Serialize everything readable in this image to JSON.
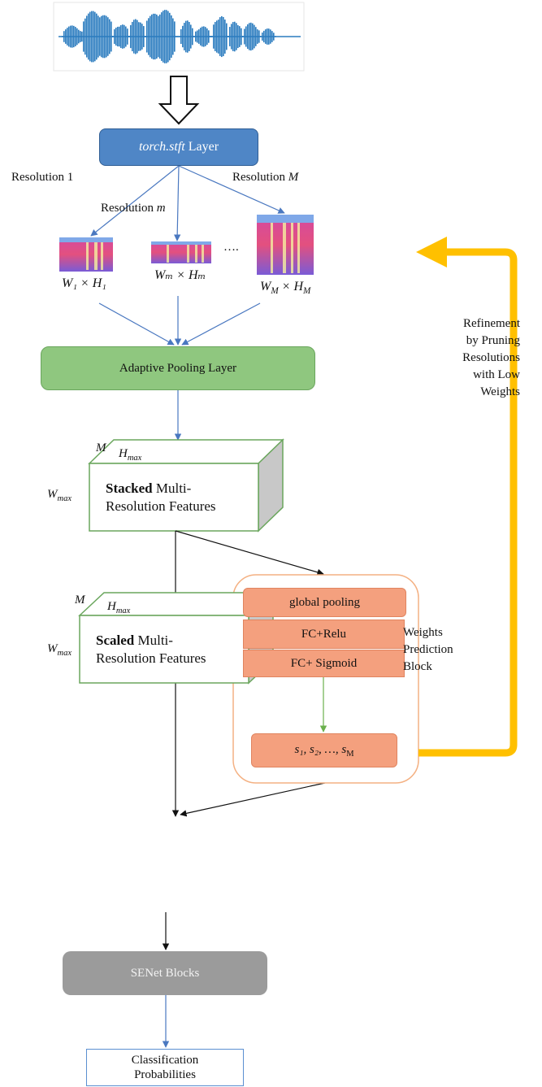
{
  "stft_layer": {
    "name": "torch.stft",
    "suffix": " Layer"
  },
  "resolutions": {
    "first": "Resolution 1",
    "middle": "Resolution ",
    "middle_var": "m",
    "last": "Resolution ",
    "last_var": "M"
  },
  "spectrogram_labels": {
    "first": "W₁ × H₁",
    "middle": "Wₘ × Hₘ",
    "last": "Wₘ × Hₘ",
    "last_W": "W",
    "last_H": "H",
    "last_sub": "M",
    "ellipsis": "…."
  },
  "adaptive_pooling": "Adaptive  Pooling Layer",
  "stacked_block": {
    "m_label": "M",
    "h_label": "H",
    "h_sub": "max",
    "w_label": "W",
    "w_sub": "max",
    "bold": "Stacked",
    "rest1": " Multi-",
    "line2": "Resolution Features"
  },
  "weights_prediction": {
    "global_pooling": "global pooling",
    "fc_relu": "FC+Relu",
    "fc_sigmoid": "FC+ Sigmoid",
    "scores": "s₁, s₂, …, s",
    "scores_sub": "M",
    "label_lines": [
      "Weights",
      "Prediction",
      "Block"
    ]
  },
  "refinement_lines": [
    "Refinement",
    "by Pruning",
    "Resolutions",
    "with Low",
    "Weights"
  ],
  "scaled_block": {
    "m_label": "M",
    "h_label": "H",
    "h_sub": "max",
    "w_label": "W",
    "w_sub": "max",
    "bold": "Scaled",
    "rest1": " Multi-",
    "line2": "Resolution Features"
  },
  "senet": "SENet Blocks",
  "classification": [
    "Classification",
    "Probabilities"
  ],
  "colors": {
    "blue_box": "#4f86c6",
    "green_box": "#8fc77f",
    "orange_box": "#f4a07e",
    "feedback_arrow": "#ffc000",
    "senet_box": "#9b9b9b",
    "waveform": "#2a7bbf"
  }
}
